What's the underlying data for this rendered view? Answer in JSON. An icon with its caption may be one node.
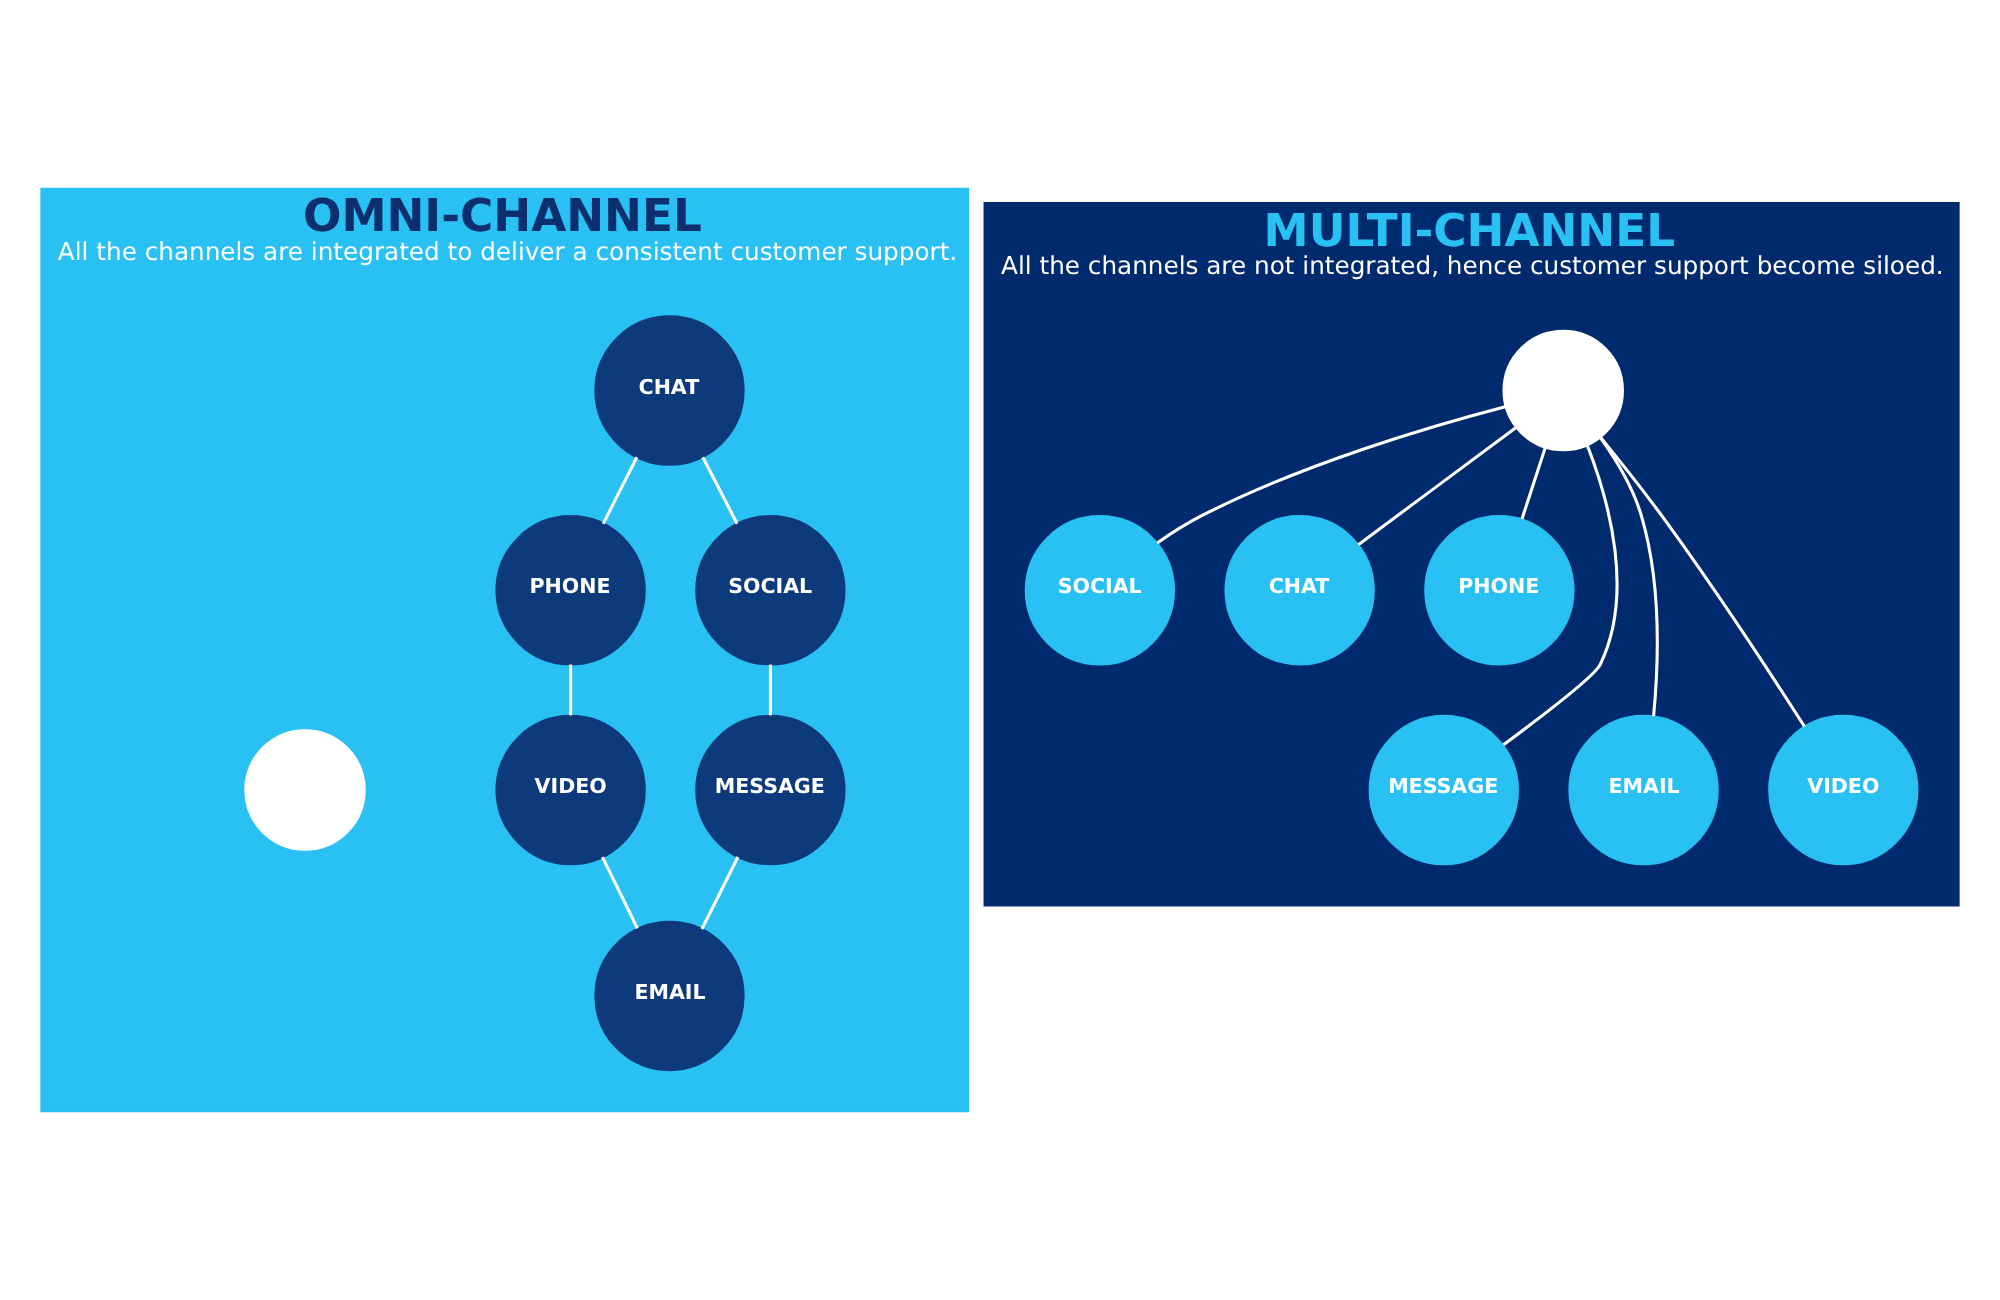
{
  "diagram": {
    "nodes": [
      {
        "text": [
          "OMNI-CHANNEL",
          "All the channels are integrated to deliver a consistent customer support."
        ]
      },
      {
        "text": [
          "CHAT"
        ],
        "in": 0
      },
      {
        "text": [
          "PHONE"
        ],
        "in": 0
      },
      {
        "text": [
          "VIDEO"
        ],
        "in": 0
      },
      {
        "text": [
          "EMAIL"
        ],
        "in": 0
      },
      {
        "text": [
          "MESSAGE"
        ],
        "in": 0
      },
      {
        "text": [
          "SOCIAL"
        ],
        "in": 0
      },
      {
        "text": [],
        "shape": "person",
        "in": 0
      },
      {
        "text": [
          "MULTI-CHANNEL",
          "All the channels are not integrated, hence customer support become siloed."
        ]
      },
      {
        "text": [],
        "shape": "person",
        "in": 8
      },
      {
        "text": [
          "SOCIAL"
        ],
        "in": 8
      },
      {
        "text": [
          "CHAT"
        ],
        "in": 8
      },
      {
        "text": [
          "PHONE"
        ],
        "in": 8
      },
      {
        "text": [
          "MESSAGE"
        ],
        "in": 8
      },
      {
        "text": [
          "EMAIL"
        ],
        "in": 8
      },
      {
        "text": [
          "VIDEO"
        ],
        "in": 8
      }
    ],
    "edges": [
      {
        "from": 1,
        "to": 2,
        "arrow": "none"
      },
      {
        "from": 2,
        "to": 3,
        "arrow": "none"
      },
      {
        "from": 3,
        "to": 4,
        "arrow": "none"
      },
      {
        "from": 4,
        "to": 5,
        "arrow": "none"
      },
      {
        "from": 5,
        "to": 6,
        "arrow": "none"
      },
      {
        "from": 6,
        "to": 1,
        "arrow": "none"
      },
      {
        "from": 9,
        "to": 10,
        "arrow": "none"
      },
      {
        "from": 9,
        "to": 11,
        "arrow": "none"
      },
      {
        "from": 9,
        "to": 12,
        "arrow": "none"
      },
      {
        "from": 9,
        "to": 13,
        "arrow": "none"
      },
      {
        "from": 9,
        "to": 14,
        "arrow": "none"
      },
      {
        "from": 9,
        "to": 15,
        "arrow": "none"
      }
    ]
  }
}
